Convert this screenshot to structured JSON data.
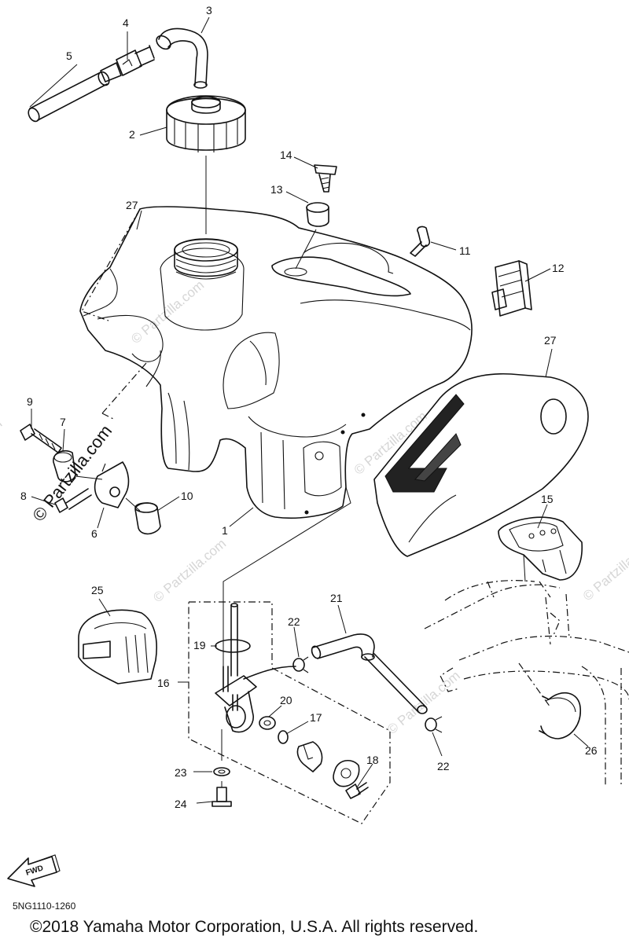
{
  "diagram": {
    "part_numbers": {
      "p1": "1",
      "p2": "2",
      "p3": "3",
      "p4": "4",
      "p5": "5",
      "p6": "6",
      "p7": "7",
      "p8": "8",
      "p9": "9",
      "p10": "10",
      "p11": "11",
      "p12": "12",
      "p13": "13",
      "p14": "14",
      "p15": "15",
      "p16": "16",
      "p17": "17",
      "p18": "18",
      "p19": "19",
      "p20": "20",
      "p21": "21",
      "p22a": "22",
      "p22b": "22",
      "p23": "23",
      "p24": "24",
      "p25": "25",
      "p26": "26",
      "p27a": "27",
      "p27b": "27"
    },
    "watermark": "© Partzilla.com",
    "fwd_label": "FWD",
    "diagram_code": "5NG1110-1260",
    "copyright": "©2018  Yamaha Motor Corporation, U.S.A. All rights reserved."
  }
}
